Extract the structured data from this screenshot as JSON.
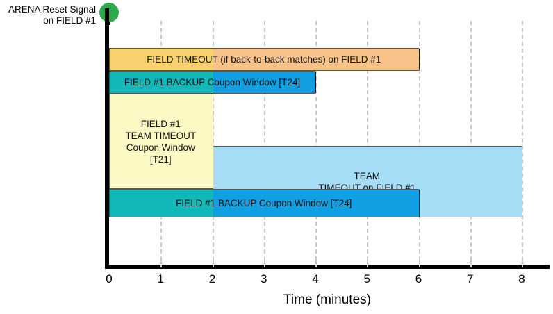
{
  "annotation": {
    "reset_label": "ARENA Reset Signal\non FIELD #1",
    "reset_marker_icon": "green-circle-marker",
    "marker_color": "#2eaa4e"
  },
  "chart_data": {
    "type": "bar",
    "orientation": "horizontal",
    "title": "",
    "xlabel": "Time (minutes)",
    "ylabel": "",
    "xlim": [
      0,
      8
    ],
    "xticks": [
      "0",
      "1",
      "2",
      "3",
      "4",
      "5",
      "6",
      "7",
      "8"
    ],
    "grid": "vertical-dashed",
    "legend": "none",
    "bars": [
      {
        "label": "FIELD TIMEOUT (if back-to-back matches) on FIELD #1",
        "start": 0,
        "end": 6,
        "row": 0,
        "segments": [
          {
            "start": 0,
            "end": 2,
            "color": "#f9d16f"
          },
          {
            "start": 2,
            "end": 6,
            "color": "#f8c38a"
          }
        ]
      },
      {
        "label": "FIELD #1 BACKUP Coupon Window [T24]",
        "start": 0,
        "end": 4,
        "row": 1,
        "segments": [
          {
            "start": 0,
            "end": 2,
            "color": "#12b8b8"
          },
          {
            "start": 2,
            "end": 4,
            "color": "#119fe4"
          }
        ]
      },
      {
        "label": "FIELD #1\nTEAM TIMEOUT\nCoupon Window\n[T21]",
        "start": 0,
        "end": 2,
        "row": 2,
        "segments": [
          {
            "start": 0,
            "end": 2,
            "color": "#fbf8c4"
          }
        ]
      },
      {
        "label": "TEAM\nTIMEOUT on FIELD #1",
        "start": 2,
        "end": 8,
        "row": 3,
        "segments": [
          {
            "start": 2,
            "end": 8,
            "color": "#a5dcf6"
          }
        ]
      },
      {
        "label": "FIELD #1 BACKUP Coupon Window [T24]",
        "start": 0,
        "end": 6,
        "row": 4,
        "segments": [
          {
            "start": 0,
            "end": 2,
            "color": "#12b8b8"
          },
          {
            "start": 2,
            "end": 6,
            "color": "#119fe4"
          }
        ]
      }
    ]
  }
}
